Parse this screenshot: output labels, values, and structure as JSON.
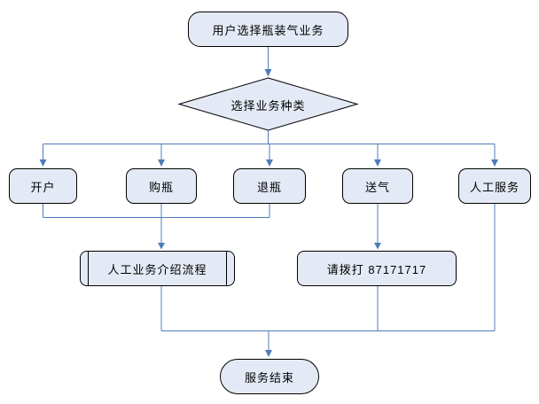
{
  "flowchart": {
    "start_label": "用户选择瓶装气业务",
    "decision_label": "选择业务种类",
    "branches": [
      {
        "label": "开户"
      },
      {
        "label": "购瓶"
      },
      {
        "label": "退瓶"
      },
      {
        "label": "送气"
      },
      {
        "label": "人工服务"
      }
    ],
    "manual_process_label": "人工业务介绍流程",
    "call_label": "请拨打 87171717",
    "end_label": "服务结束"
  },
  "colors": {
    "background": "#ffffff",
    "node_fill": "#e4eaf5",
    "node_border": "#000000",
    "connector": "#4e7cba",
    "text": "#000000"
  }
}
